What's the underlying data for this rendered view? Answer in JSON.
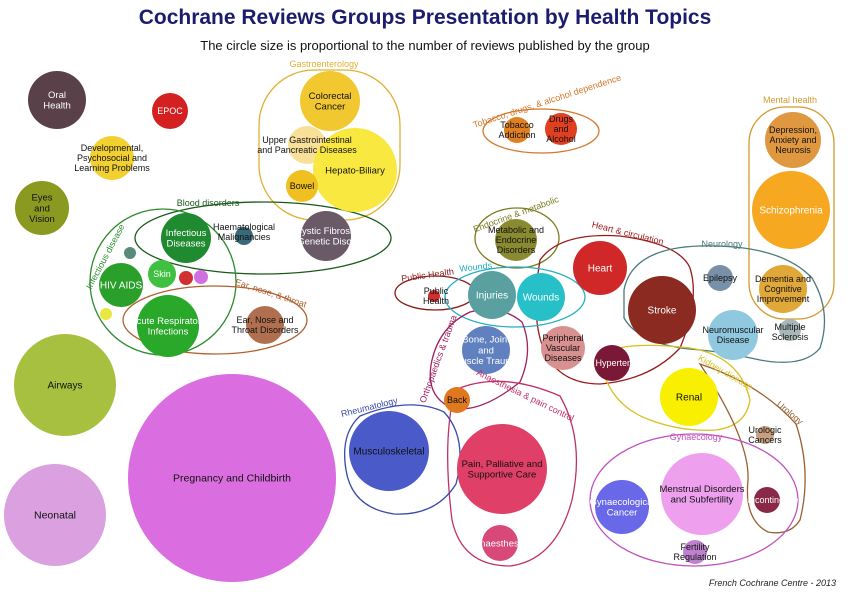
{
  "title": "Cochrane Reviews Groups Presentation by Health Topics",
  "subtitle": "The circle size is proportional to the number of reviews published by the group",
  "credit": "French Cochrane Centre - 2013",
  "groups": [
    {
      "id": "gastro",
      "label": "Gastroenterology",
      "color": "#e0b030"
    },
    {
      "id": "tobacco",
      "label": "Tobacco, drugs, & alcohol dependence",
      "color": "#d4772a"
    },
    {
      "id": "mental",
      "label": "Mental health",
      "color": "#d49a30"
    },
    {
      "id": "blood",
      "label": "Blood disorders",
      "color": "#1a5a1a"
    },
    {
      "id": "infectious",
      "label": "Infectious disease",
      "color": "#2e8b2e"
    },
    {
      "id": "ent",
      "label": "Ear, nose, & throat",
      "color": "#b06030"
    },
    {
      "id": "endocrine",
      "label": "Endocrine & metabolic",
      "color": "#7a7a20"
    },
    {
      "id": "heart",
      "label": "Heart & circulation",
      "color": "#9a1a1a"
    },
    {
      "id": "neurology",
      "label": "Neurology",
      "color": "#4a7a7a"
    },
    {
      "id": "public",
      "label": "Public Health",
      "color": "#8a1a1a"
    },
    {
      "id": "wounds",
      "label": "Wounds",
      "color": "#20b0c0"
    },
    {
      "id": "ortho",
      "label": "Orthopaedics & trauma",
      "color": "#a02060"
    },
    {
      "id": "anaesth",
      "label": "Anaesthesia & pain control",
      "color": "#c0306a"
    },
    {
      "id": "rheum",
      "label": "Rheumatology",
      "color": "#3a4aaa"
    },
    {
      "id": "kidney",
      "label": "Kidney disease",
      "color": "#d8c020"
    },
    {
      "id": "urology",
      "label": "Urology",
      "color": "#9a6030"
    },
    {
      "id": "gynae",
      "label": "Gynaecology",
      "color": "#c050c0"
    }
  ],
  "circles": [
    {
      "label": "Oral Health",
      "color": "#5a4048"
    },
    {
      "label": "EPOC",
      "color": "#d42020"
    },
    {
      "label": "Developmental, Psychosocial and Learning Problems",
      "color": "#f2d030"
    },
    {
      "label": "Eyes and Vision",
      "color": "#8a9a20"
    },
    {
      "label": "Colorectal Cancer",
      "color": "#f2c830"
    },
    {
      "label": "Upper Gastrointestinal and Pancreatic Diseases",
      "color": "#f8e098"
    },
    {
      "label": "Hepato-Biliary",
      "color": "#f8e840"
    },
    {
      "label": "Bowel",
      "color": "#f0c020"
    },
    {
      "label": "Tobacco Addiction",
      "color": "#e08020"
    },
    {
      "label": "Drugs and Alcohol",
      "color": "#e04020"
    },
    {
      "label": "Depression, Anxiety and Neurosis",
      "color": "#e09840"
    },
    {
      "label": "Schizophrenia",
      "color": "#f5a820"
    },
    {
      "label": "Infectious Diseases",
      "color": "#1f8a2f"
    },
    {
      "label": "Haematological Malignancies",
      "color": "#3a6a7a"
    },
    {
      "label": "Cystic Fibrosis and Genetic Disorders",
      "color": "#6a5a68"
    },
    {
      "label": "HIV AIDS",
      "color": "#2aa02a"
    },
    {
      "label": "Skin",
      "color": "#40c040"
    },
    {
      "label": "Acute Respiratory Infections",
      "color": "#2aa82a"
    },
    {
      "label": "Ear, Nose and Throat Disorders",
      "color": "#b07050"
    },
    {
      "label": "Metabolic and Endocrine Disorders",
      "color": "#8a8a30"
    },
    {
      "label": "Heart",
      "color": "#d02828"
    },
    {
      "label": "Epilepsy",
      "color": "#7890a8"
    },
    {
      "label": "Dementia and Cognitive Improvement",
      "color": "#e0a838"
    },
    {
      "label": "Public Health",
      "color": "#d03030"
    },
    {
      "label": "Injuries",
      "color": "#5aa0a0"
    },
    {
      "label": "Wounds",
      "color": "#28c0c8"
    },
    {
      "label": "Stroke",
      "color": "#8a2a20"
    },
    {
      "label": "Neuromuscular Disease",
      "color": "#90c8e0"
    },
    {
      "label": "Multiple Sclerosis",
      "color": "#a8b8b8"
    },
    {
      "label": "Bone, Joint and Muscle Trauma",
      "color": "#6080c0"
    },
    {
      "label": "Peripheral Vascular Diseases",
      "color": "#d89090"
    },
    {
      "label": "Hypertension",
      "color": "#7a1838"
    },
    {
      "label": "Airways",
      "color": "#a8c040"
    },
    {
      "label": "Back",
      "color": "#e07820"
    },
    {
      "label": "Renal",
      "color": "#f8f000"
    },
    {
      "label": "Urologic Cancers",
      "color": "#c8a080"
    },
    {
      "label": "Musculoskeletal",
      "color": "#4a5ac8"
    },
    {
      "label": "Pain, Palliative and Supportive Care",
      "color": "#e04068"
    },
    {
      "label": "Pregnancy and Childbirth",
      "color": "#da6ee0"
    },
    {
      "label": "Gynaecological Cancer",
      "color": "#6868e8"
    },
    {
      "label": "Menstrual Disorders and Subfertility",
      "color": "#eea0ee"
    },
    {
      "label": "Incontinence",
      "color": "#8a2848"
    },
    {
      "label": "Neonatal",
      "color": "#daa0e0"
    },
    {
      "label": "Anaesthesia",
      "color": "#d84878"
    },
    {
      "label": "Fertility Regulation",
      "color": "#c080d0"
    }
  ],
  "small_dots": [
    {
      "color": "#5a8a7a"
    },
    {
      "color": "#d03030"
    },
    {
      "color": "#d070e0"
    },
    {
      "color": "#e8e840"
    }
  ]
}
